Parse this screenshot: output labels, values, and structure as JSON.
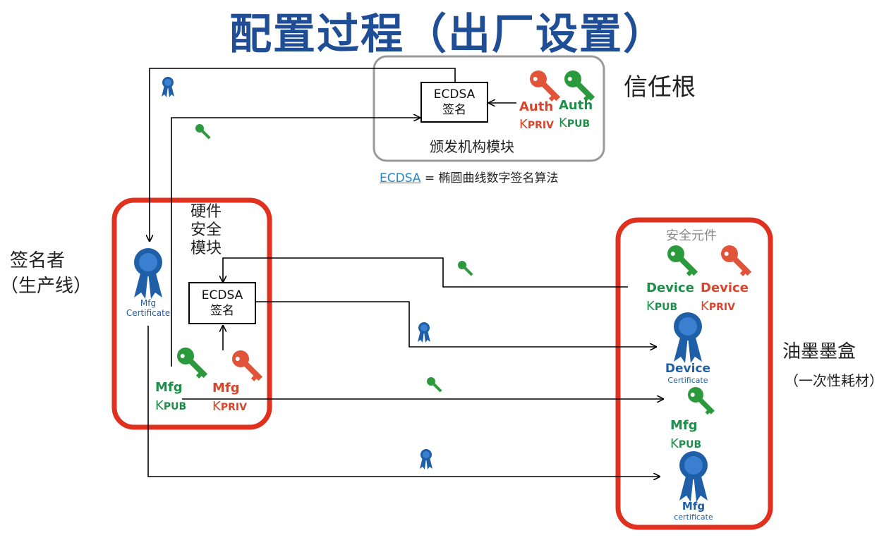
{
  "title": "配置过程（出厂设置）",
  "root_of_trust": {
    "label": "信任根",
    "module_label": "颁发机构模块",
    "ecdsa_box": {
      "line1": "ECDSA",
      "line2": "签名"
    },
    "auth_priv": {
      "name": "Auth",
      "k": "K",
      "sub": "PRIV"
    },
    "auth_pub": {
      "name": "Auth",
      "k": "K",
      "sub": "PUB"
    }
  },
  "legend": {
    "term": "ECDSA",
    "definition": " = 椭圆曲线数字签名算法"
  },
  "signer": {
    "label_line1": "签名者",
    "label_line2": "（生产线）",
    "hsm_label": [
      "硬件",
      "安全",
      "模块"
    ],
    "ecdsa_box": {
      "line1": "ECDSA",
      "line2": "签名"
    },
    "cert": {
      "line1": "Mfg",
      "line2": "Certificate"
    },
    "mfg_pub": {
      "name": "Mfg",
      "k": "K",
      "sub": "PUB"
    },
    "mfg_priv": {
      "name": "Mfg",
      "k": "K",
      "sub": "PRIV"
    }
  },
  "cartridge": {
    "label_line1": "油墨墨盒",
    "label_line2": "（一次性耗材）",
    "secure_element": "安全元件",
    "device_pub": {
      "name": "Device",
      "k": "K",
      "sub": "PUB"
    },
    "device_priv": {
      "name": "Device",
      "k": "K",
      "sub": "PRIV"
    },
    "device_cert": {
      "line1": "Device",
      "line2": "Certificate"
    },
    "mfg_pub": {
      "name": "Mfg",
      "k": "K",
      "sub": "PUB"
    },
    "mfg_cert": {
      "line1": "Mfg",
      "line2": "certificate"
    }
  },
  "colors": {
    "title": "#1f4e96",
    "green_key": "#2a9a3c",
    "red_key": "#e2543a",
    "ribbon": "#1f5fa8",
    "frame_red": "#e0301e",
    "frame_gray": "#9a9a9a"
  }
}
